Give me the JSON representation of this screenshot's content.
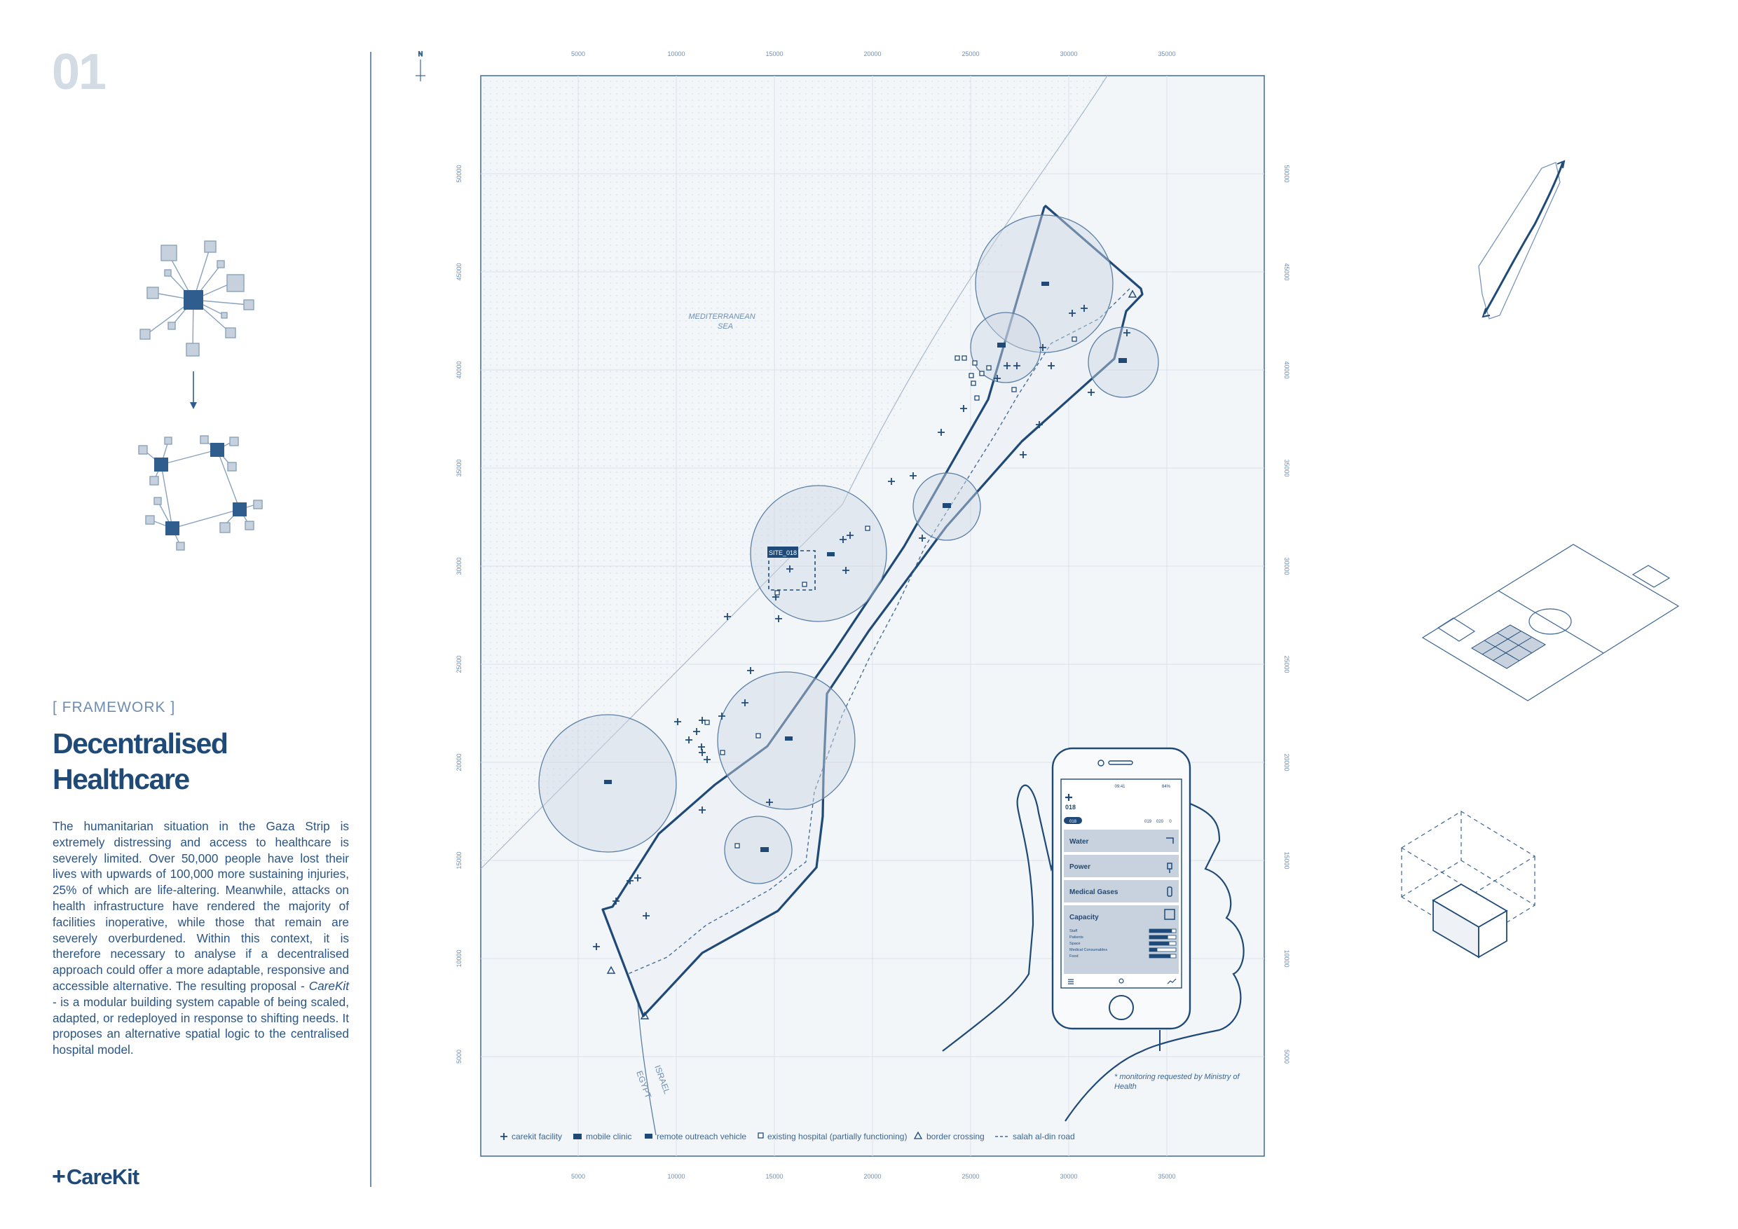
{
  "page": {
    "number": "01",
    "tag": "[ FRAMEWORK ]",
    "title_line1": "Decentralised",
    "title_line2": "Healthcare",
    "body_part1": "The humanitarian situation in the Gaza Strip is extremely distressing and access to healthcare is severely limited. Over 50,000 people have lost their lives with upwards of 100,000 more sustaining injuries, 25% of which are life-altering. Meanwhile, attacks on health infrastructure have rendered the majority of facilities inoperative, while those that remain are severely overburdened. Within this context, it is therefore necessary to analyse if a decentralised approach could offer a more adaptable, responsive and accessible alternative. The resulting proposal - ",
    "body_em": "CareKit",
    "body_part2": " -  is a modular building system capable of being scaled, adapted, or redeployed in response to shifting needs. It proposes an alternative spatial logic to the centralised hospital model.",
    "logo_text": "CareKit"
  },
  "map": {
    "north_label": "N",
    "sea_label_1": "MEDITERRANEAN",
    "sea_label_2": "SEA",
    "egypt_label": "EGYPT",
    "israel_label": "ISRAEL",
    "site_label": "SITE_018",
    "note_line1": "* monitoring requested by Ministry of",
    "note_line2": "Health",
    "x_ticks": [
      "5000",
      "10000",
      "15000",
      "20000",
      "25000",
      "30000",
      "35000"
    ],
    "y_ticks": [
      "50000",
      "45000",
      "40000",
      "35000",
      "30000",
      "25000",
      "20000",
      "15000",
      "10000",
      "5000"
    ],
    "legend": [
      {
        "icon": "carekit-facility-icon",
        "label": "carekit facility"
      },
      {
        "icon": "mobile-clinic-icon",
        "label": "mobile clinic"
      },
      {
        "icon": "remote-outreach-vehicle-icon",
        "label": "remote outreach vehicle"
      },
      {
        "icon": "existing-hospital-icon",
        "label": "existing hospital (partially functioning)"
      },
      {
        "icon": "border-crossing-icon",
        "label": "border crossing"
      },
      {
        "icon": "road-line-icon",
        "label": "salah al-din road"
      }
    ]
  },
  "phone": {
    "status_time": "09:41",
    "status_battery": "84%",
    "site_id": "018",
    "tab_active": "018",
    "tab_2": "019",
    "tab_3": "020",
    "tab_4": "0",
    "rows": [
      "Water",
      "Power",
      "Medical Gases"
    ],
    "capacity_label": "Capacity",
    "capacity_items": [
      {
        "label": "Staff",
        "level": 0.85
      },
      {
        "label": "Patients",
        "level": 0.7
      },
      {
        "label": "Space",
        "level": 0.75
      },
      {
        "label": "Medical Consumables",
        "level": 0.3
      },
      {
        "label": "Food",
        "level": 0.8
      }
    ]
  },
  "colors": {
    "navy": "#1f4a78",
    "accent": "#2f5e8e",
    "light": "#c5d0dc",
    "map_bg": "#f4f7fa"
  }
}
